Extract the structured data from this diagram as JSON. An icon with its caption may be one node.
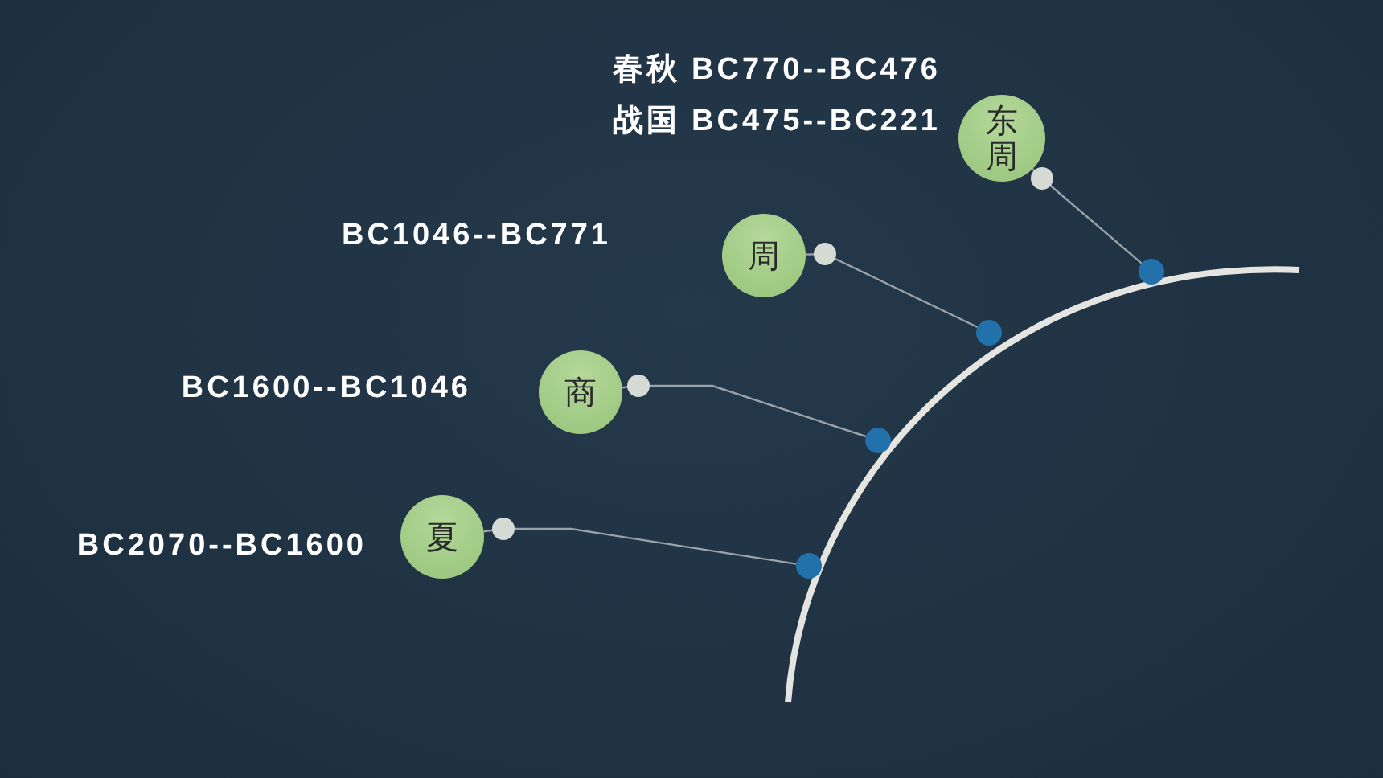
{
  "diagram": {
    "nodes": [
      {
        "text": [
          "东周"
        ],
        "beside": [
          "春秋 BC770--BC476",
          "战国 BC475--BC221"
        ]
      },
      {
        "text": [
          "周"
        ],
        "beside": [
          "BC1046--BC771"
        ]
      },
      {
        "text": [
          "商"
        ],
        "beside": [
          "BC1600--BC1046"
        ]
      },
      {
        "text": [
          "夏"
        ],
        "beside": [
          "BC2070--BC1600"
        ]
      },
      {
        "text": [],
        "shape": "circle"
      },
      {
        "text": [],
        "shape": "circle"
      },
      {
        "text": [],
        "shape": "circle"
      },
      {
        "text": [],
        "shape": "circle"
      }
    ],
    "edges": [
      {
        "from": 0,
        "to": 4,
        "arrow": "none"
      },
      {
        "from": 1,
        "to": 5,
        "arrow": "none"
      },
      {
        "from": 2,
        "to": 6,
        "arrow": "none"
      },
      {
        "from": 3,
        "to": 7,
        "arrow": "none"
      }
    ]
  }
}
